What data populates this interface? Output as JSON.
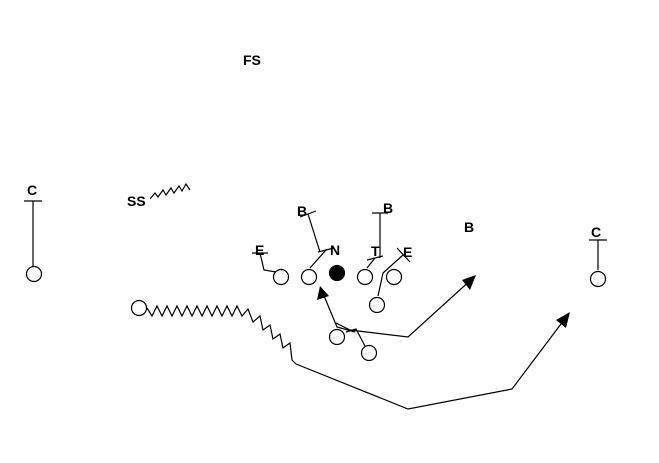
{
  "defense_labels": {
    "fs": "FS",
    "ss": "SS",
    "c_left": "C",
    "c_right": "C",
    "b_left": "B",
    "b_mid": "B",
    "b_right": "B",
    "e_left": "E",
    "n": "N",
    "t": "T",
    "e_right": "E"
  },
  "colors": {
    "ink": "#000000",
    "background": "#ffffff"
  }
}
